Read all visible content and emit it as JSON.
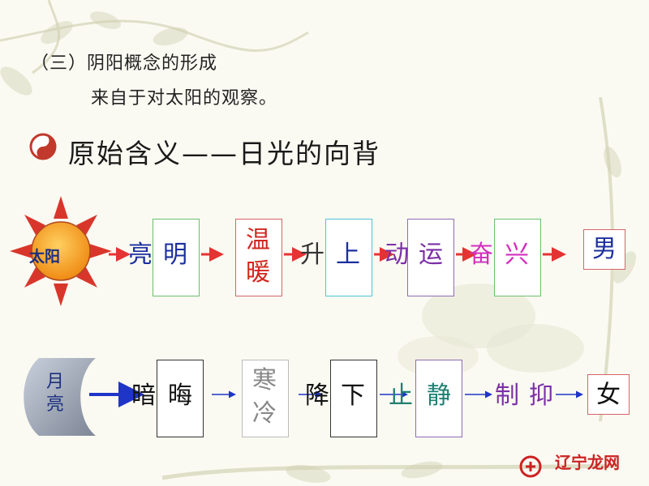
{
  "header": {
    "line1": "（三）阴阳概念的形成",
    "line2": "来自于对太阳的观察。"
  },
  "title": "原始含义——日光的向背",
  "sun": {
    "label": "太阳",
    "chain": {
      "c1": "亮",
      "c2": "明",
      "c3a": "温",
      "c3b": "暖",
      "c4": "升",
      "c5": "上",
      "c6": "动",
      "c7": "运",
      "c8": "奋",
      "c9": "兴",
      "c10": "男"
    }
  },
  "moon": {
    "label_top": "月",
    "label_bottom": "亮",
    "chain": {
      "c1": "暗",
      "c2": "晦",
      "c3a": "寒",
      "c3b": "冷",
      "c4": "降",
      "c5": "下",
      "c6": "止",
      "c7": "静",
      "c8": "制",
      "c9": "抑",
      "c10": "女"
    }
  },
  "watermark": {
    "text": "辽宁龙网"
  },
  "colors": {
    "red_arrow": "#e53333",
    "blue_arrow": "#1f35c8",
    "sun_orange": "#f39a1c",
    "sun_ray": "#d9362b",
    "moon_gray": "#9aa3b0",
    "box_border_green": "#6bbf6b",
    "box_border_red": "#d46565",
    "box_border_cyan": "#4ec3d3",
    "box_border_purple": "#8f6bb3",
    "box_border_teal": "#50a39b"
  },
  "icons": {
    "bullet": "yinyang-icon",
    "sun": "sun-icon",
    "moon": "crescent-moon-icon"
  }
}
